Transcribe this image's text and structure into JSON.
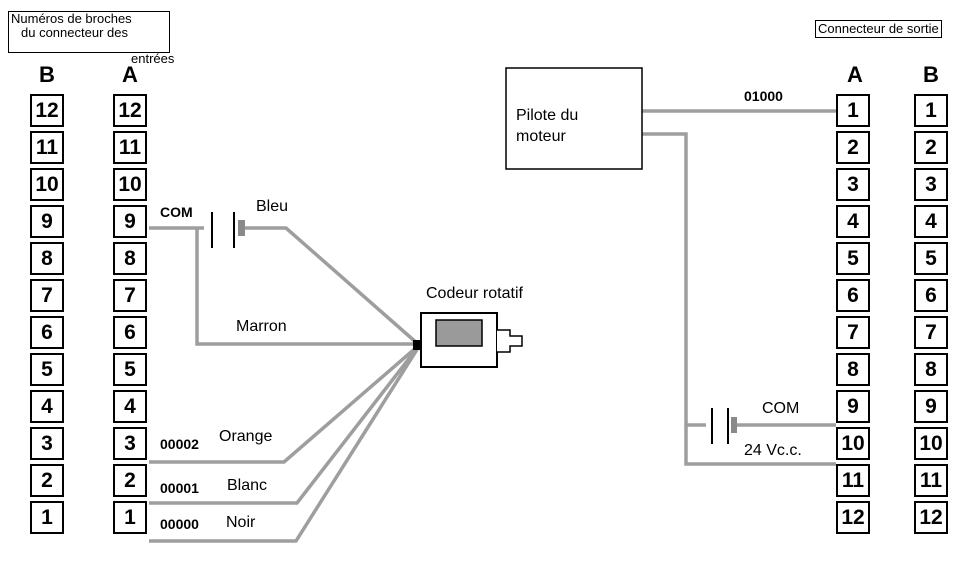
{
  "labels": {
    "input_connector_line1": "Numéros de broches",
    "input_connector_line2": "du connecteur des",
    "input_connector_line3": "entrées",
    "output_connector": "Connecteur de sortie",
    "encoder": "Codeur rotatif",
    "driver_line1": "Pilote du",
    "driver_line2": "moteur"
  },
  "columns": {
    "left_b": "B",
    "left_a": "A",
    "right_a": "A",
    "right_b": "B"
  },
  "input_pins_top_to_bottom": [
    "12",
    "11",
    "10",
    "9",
    "8",
    "7",
    "6",
    "5",
    "4",
    "3",
    "2",
    "1"
  ],
  "output_pins_top_to_bottom": [
    "1",
    "2",
    "3",
    "4",
    "5",
    "6",
    "7",
    "8",
    "9",
    "10",
    "11",
    "12"
  ],
  "wires": {
    "com_left": "COM",
    "bleu": "Bleu",
    "marron": "Marron",
    "addr_orange": "00002",
    "orange": "Orange",
    "addr_blanc": "00001",
    "blanc": "Blanc",
    "addr_noir": "00000",
    "noir": "Noir",
    "addr_out": "01000",
    "com_right": "COM",
    "vdc": "24 Vc.c."
  }
}
